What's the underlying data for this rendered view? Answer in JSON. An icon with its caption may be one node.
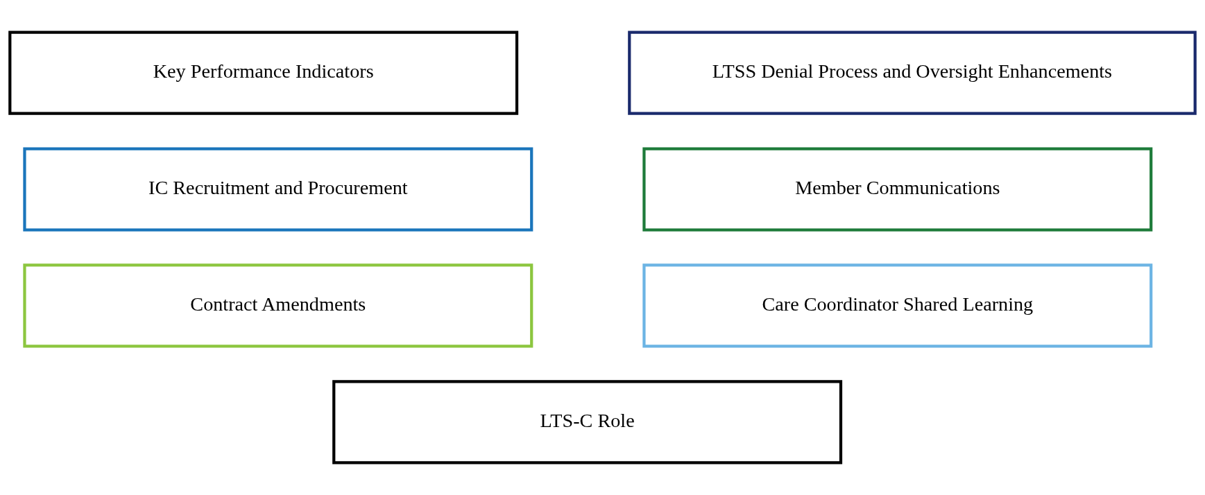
{
  "diagram": {
    "nodes": [
      {
        "text": [
          "Key Performance Indicators"
        ]
      },
      {
        "text": [
          "LTSS Denial Process and Oversight Enhancements"
        ]
      },
      {
        "text": [
          "IC Recruitment and Procurement"
        ]
      },
      {
        "text": [
          "Member Communications"
        ]
      },
      {
        "text": [
          "Contract Amendments"
        ]
      },
      {
        "text": [
          "Care Coordinator Shared Learning"
        ]
      },
      {
        "text": [
          "LTS-C Role"
        ]
      }
    ]
  }
}
